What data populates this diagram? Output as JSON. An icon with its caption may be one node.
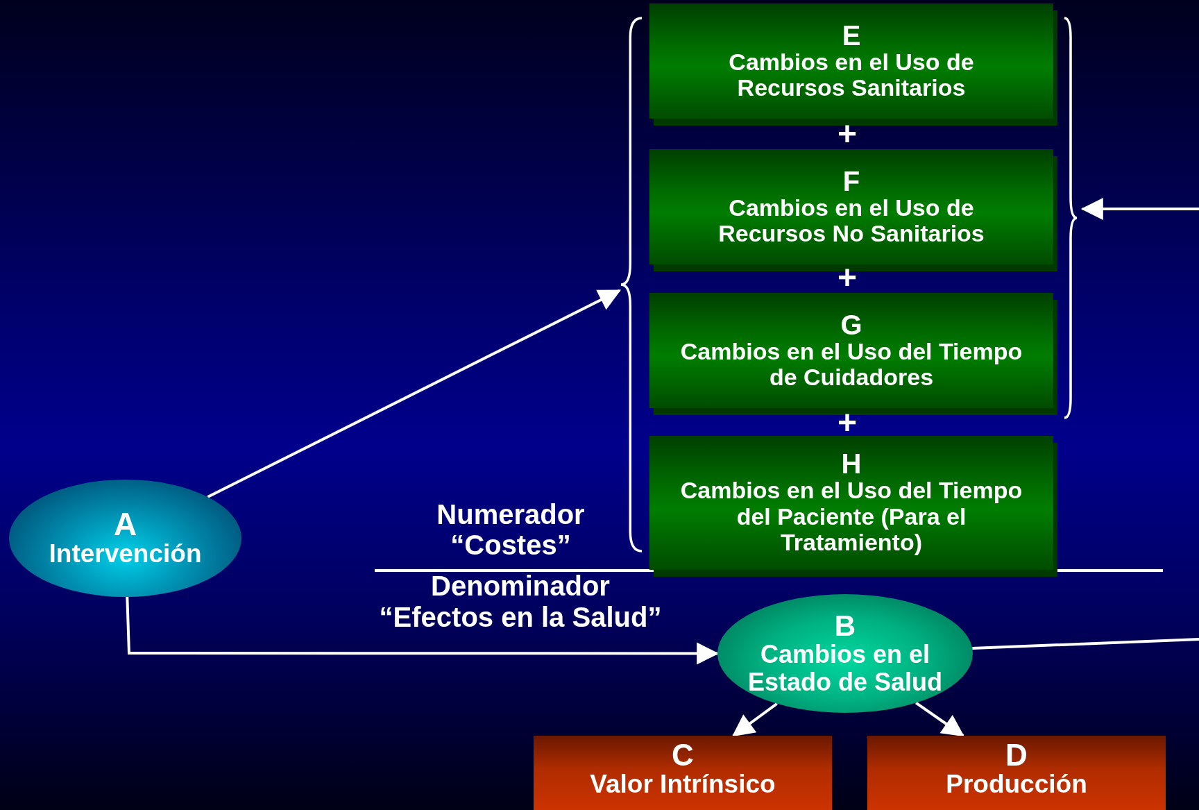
{
  "diagram": {
    "nodes": [
      {
        "text": [
          "E",
          "Cambios en el Uso de Recursos Sanitarios"
        ]
      },
      {
        "text": [
          "F",
          "Cambios en el Uso de Recursos No Sanitarios"
        ]
      },
      {
        "text": [
          "G",
          "Cambios en el Uso del Tiempo de Cuidadores"
        ]
      },
      {
        "text": [
          "H",
          "Cambios en el Uso del Tiempo del Paciente (Para el Tratamiento)"
        ]
      },
      {
        "text": [],
        "shape": "brace"
      },
      {
        "text": [],
        "shape": "brace"
      },
      {
        "text": [
          "A",
          "Intervención"
        ]
      },
      {
        "text": [
          "B",
          "Cambios en el Estado de Salud"
        ]
      },
      {
        "text": [
          "C",
          "Valor Intrínsico"
        ]
      },
      {
        "text": [
          "D",
          "Producción"
        ]
      }
    ],
    "edges": [
      {
        "from": 6,
        "to": 4,
        "arrow": "to"
      },
      {
        "from": 6,
        "to": 7,
        "arrow": "to"
      },
      {
        "from": 7,
        "to": 8,
        "arrow": "to"
      },
      {
        "from": 7,
        "to": 9,
        "arrow": "to"
      },
      {
        "from": 7,
        "to": null,
        "arrow": "none"
      },
      {
        "from": null,
        "to": 5,
        "arrow": "to"
      }
    ],
    "labels": [
      "+",
      "+",
      "+",
      "Numerador",
      "“Costes”",
      "Denominador",
      "“Efectos en la Salud”"
    ]
  }
}
